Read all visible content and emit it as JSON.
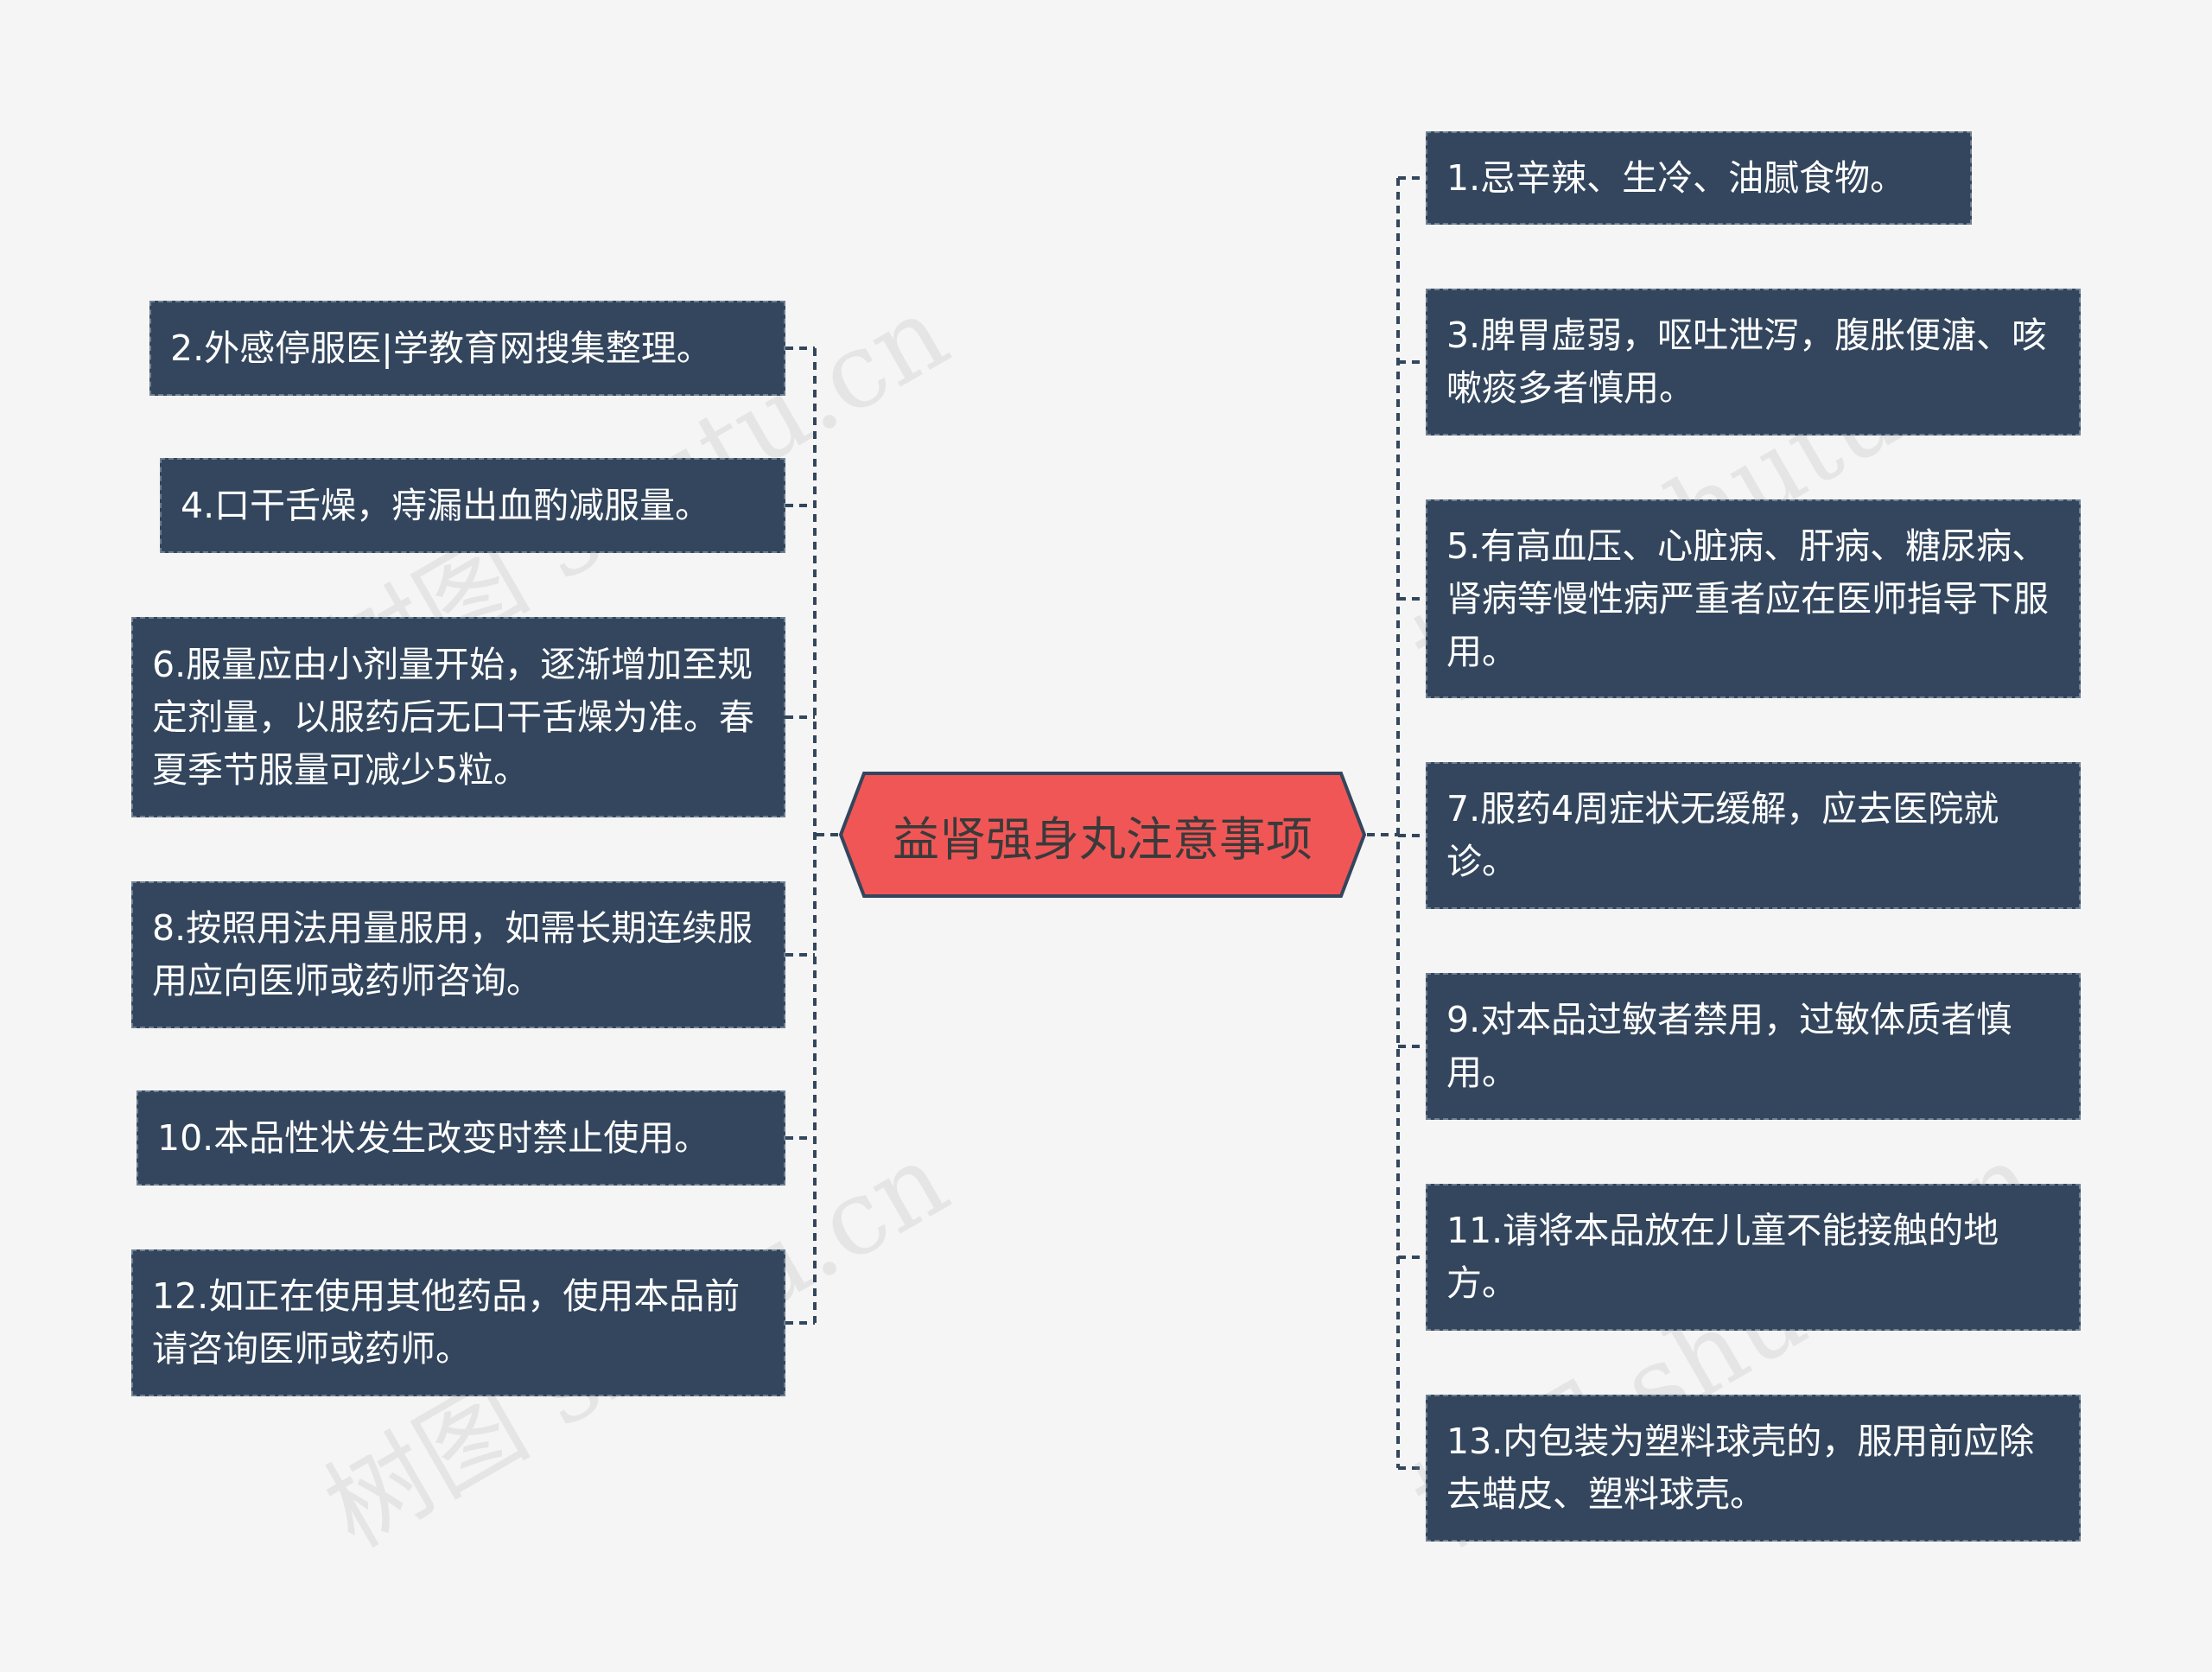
{
  "center": {
    "label": "益肾强身丸注意事项"
  },
  "left_nodes": [
    {
      "text": "2.外感停服医|学教育网搜集整理。"
    },
    {
      "text": "4.口干舌燥，痔漏出血酌减服量。"
    },
    {
      "text": "6.服量应由小剂量开始，逐渐增加至规定剂量，以服药后无口干舌燥为准。春夏季节服量可减少5粒。"
    },
    {
      "text": "8.按照用法用量服用，如需长期连续服用应向医师或药师咨询。"
    },
    {
      "text": "10.本品性状发生改变时禁止使用。"
    },
    {
      "text": "12.如正在使用其他药品，使用本品前请咨询医师或药师。"
    }
  ],
  "right_nodes": [
    {
      "text": "1.忌辛辣、生冷、油腻食物。"
    },
    {
      "text": "3.脾胃虚弱，呕吐泄泻，腹胀便溏、咳嗽痰多者慎用。"
    },
    {
      "text": "5.有高血压、心脏病、肝病、糖尿病、肾病等慢性病严重者应在医师指导下服用。"
    },
    {
      "text": "7.服药4周症状无缓解，应去医院就诊。"
    },
    {
      "text": "9.对本品过敏者禁用，过敏体质者慎用。"
    },
    {
      "text": "11.请将本品放在儿童不能接触的地方。"
    },
    {
      "text": "13.内包装为塑料球壳的，服用前应除去蜡皮、塑料球壳。"
    }
  ],
  "watermarks": [
    "树图 shutu.cn",
    "树图 shutu.cn",
    "树图 shutu.cn",
    "树图 shutu.cn"
  ],
  "colors": {
    "node_bg": "#33465d",
    "center_fill": "#f05656",
    "connector": "#33465d",
    "background": "#f5f5f5"
  }
}
